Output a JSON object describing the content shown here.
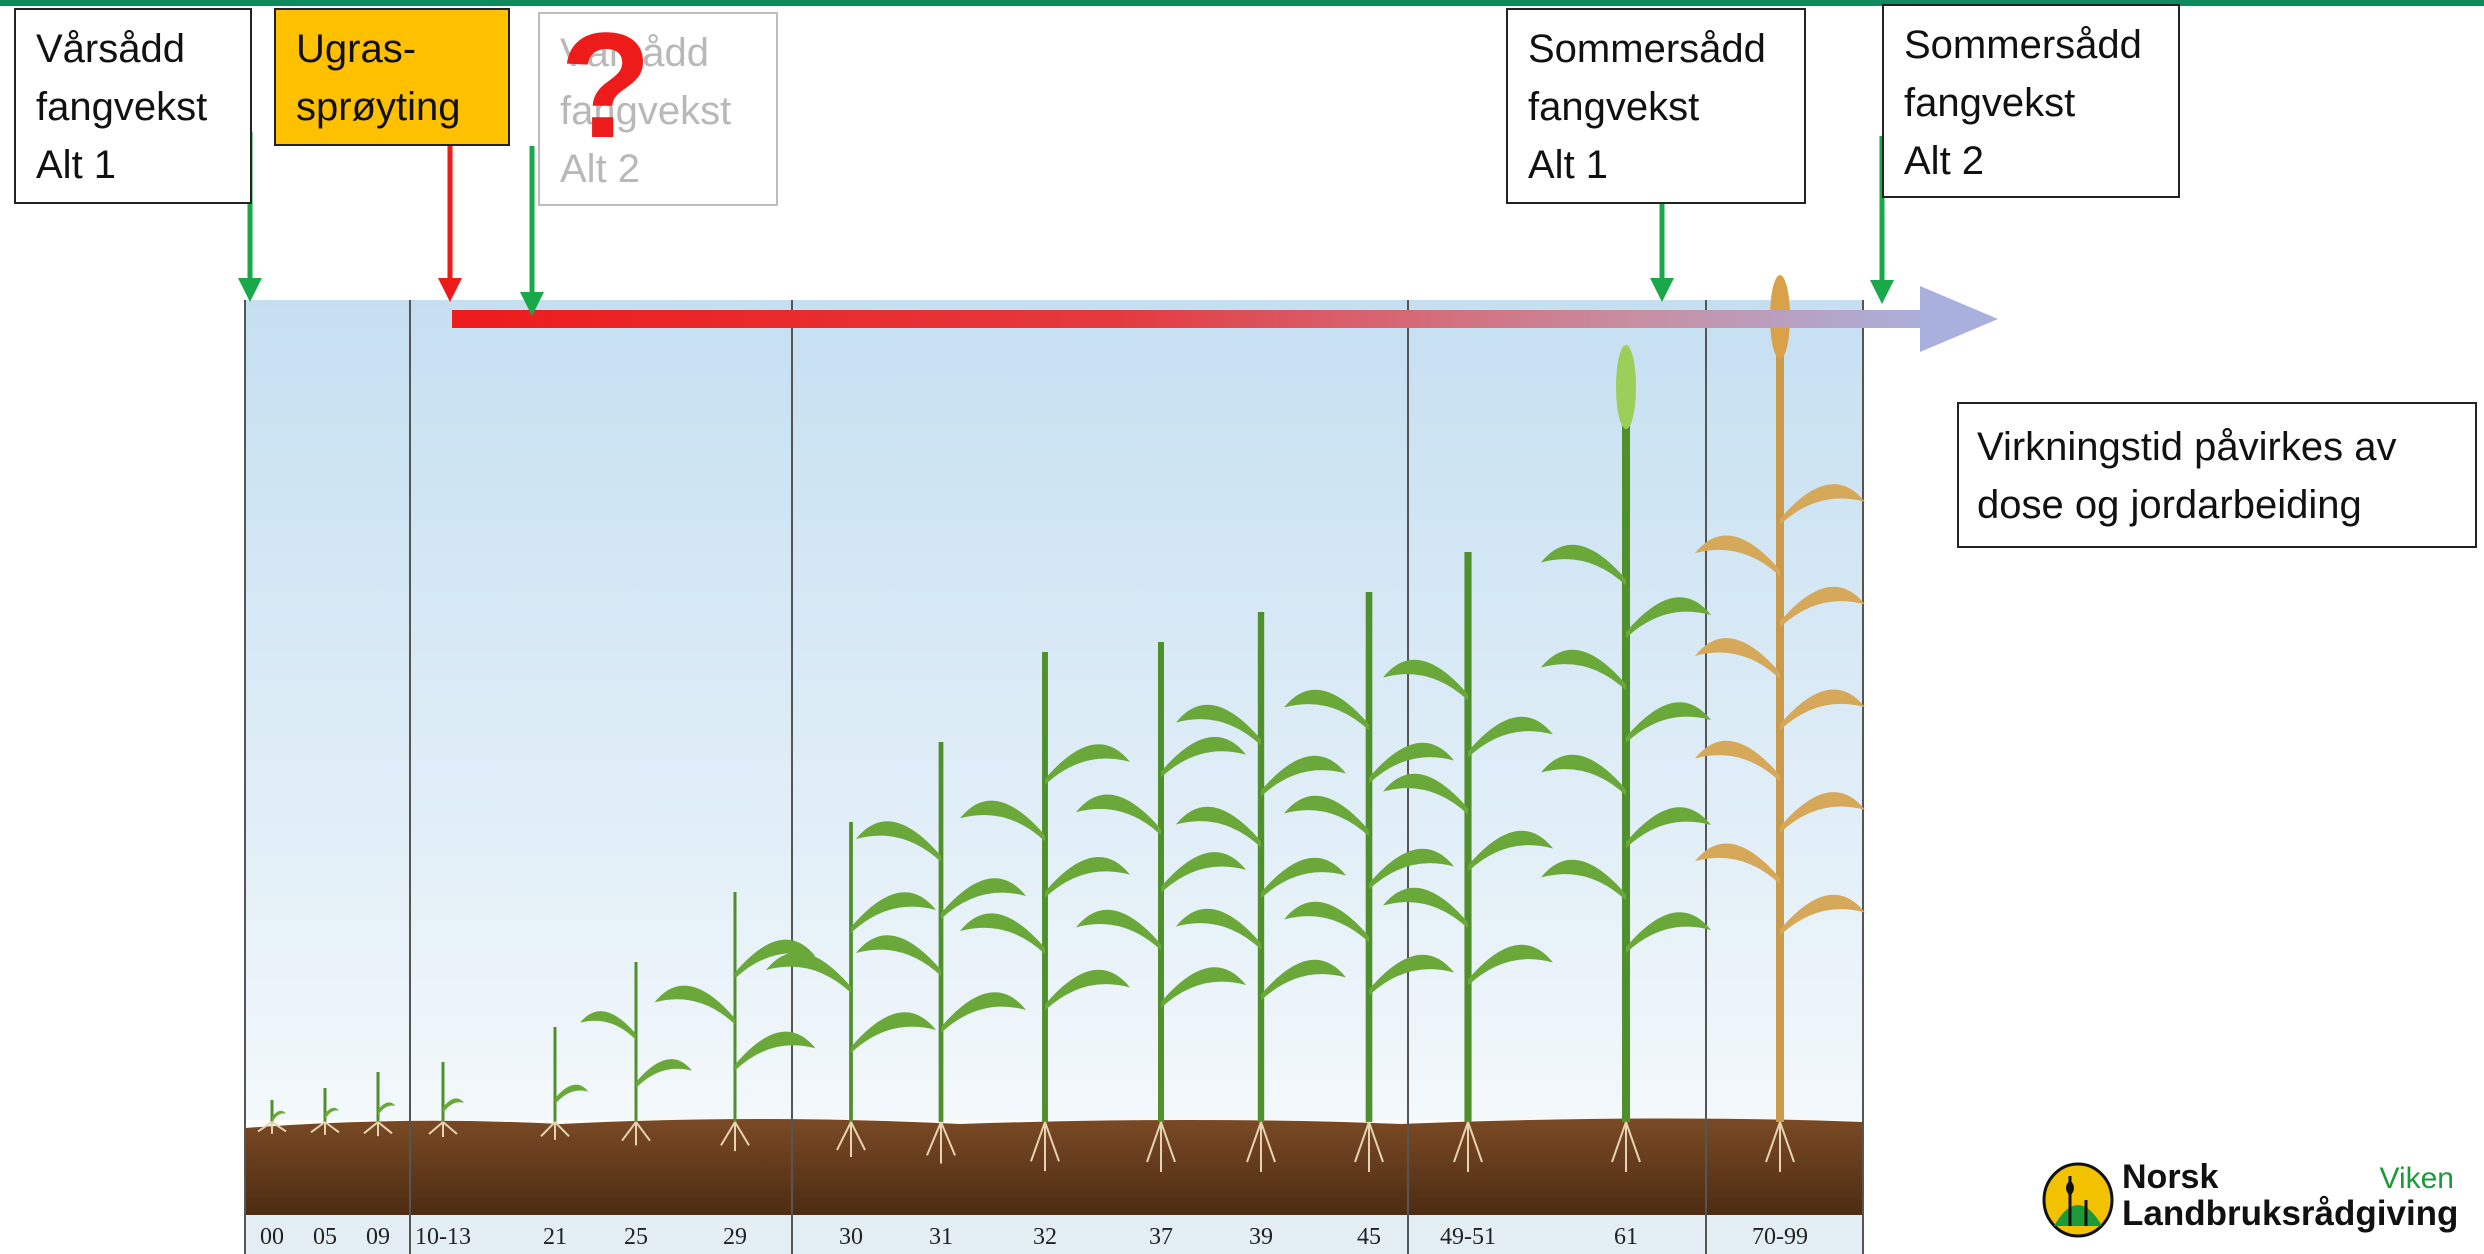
{
  "labels": {
    "spring_alt1": [
      "Vårsådd",
      "fangvekst",
      "Alt 1"
    ],
    "weed_spraying": [
      "Ugras-",
      "sprøyting"
    ],
    "spring_alt2": [
      "Vårsådd",
      "fangvekst",
      "Alt 2"
    ],
    "question_mark": "?",
    "summer_alt1": [
      "Sommersådd",
      "fangvekst",
      "Alt 1"
    ],
    "summer_alt2": [
      "Sommersådd",
      "fangvekst",
      "Alt 2"
    ]
  },
  "note": [
    "Virkningstid påvirkes av",
    "dose og jordarbeiding"
  ],
  "growth_stages": [
    "00",
    "05",
    "09",
    "10-13",
    "21",
    "25",
    "29",
    "30",
    "31",
    "32",
    "37",
    "39",
    "45",
    "49-51",
    "61",
    "70-99"
  ],
  "colors": {
    "accent_green": "#0f8a5f",
    "marker_green": "#19a84a",
    "marker_red": "#ee1b1b",
    "timeline_end": "#aab0dd",
    "orange": "#ffc000",
    "soil": "#6b3f1f"
  },
  "logo": {
    "name_line1": "Norsk",
    "name_line2": "Landbruksrådgiving",
    "region": "Viken"
  }
}
